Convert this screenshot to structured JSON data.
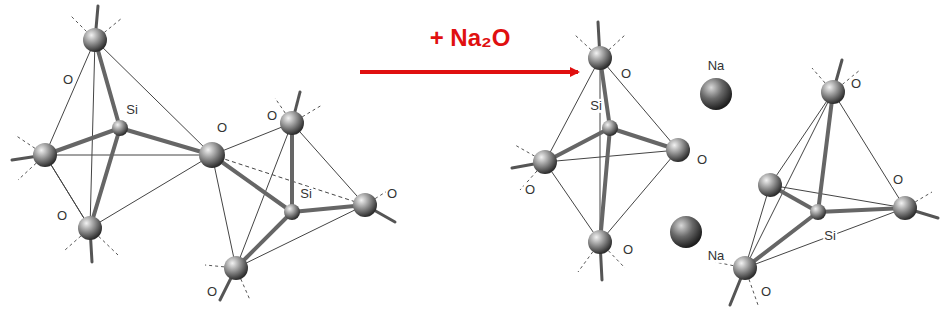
{
  "diagram": {
    "labels": [
      "+ Na₂O",
      "O",
      "Si",
      "O",
      "O",
      "O",
      "Si",
      "O",
      "O",
      "O",
      "Si",
      "Na",
      "O",
      "O",
      "Na",
      "O",
      "O",
      "Si",
      "O",
      "O"
    ]
  }
}
